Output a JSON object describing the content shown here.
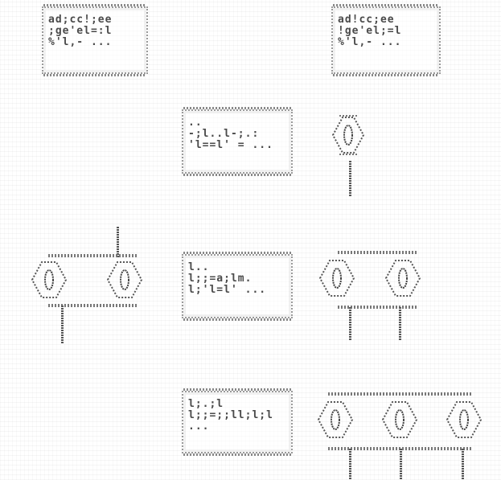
{
  "boxes": [
    {
      "id": "box-1",
      "label": "ad;cc!;ee\n;ge'el=:l\n%'l,- ..."
    },
    {
      "id": "box-2",
      "label": "ad!cc;ee\n!ge'el;=l\n%'l,- ..."
    },
    {
      "id": "box-3",
      "label": "..\n-;l..l-;.:\n'l==l' = ..."
    },
    {
      "id": "box-4",
      "label": "l..\nl;;=a;lm.\nl;'l=l' ..."
    },
    {
      "id": "box-5",
      "label": "l;.;l\nl;;=;;ll;l;l\n..."
    }
  ],
  "colors": {
    "ink": "#555555",
    "light_ink": "#9a9a9a",
    "background": "#ffffff"
  }
}
